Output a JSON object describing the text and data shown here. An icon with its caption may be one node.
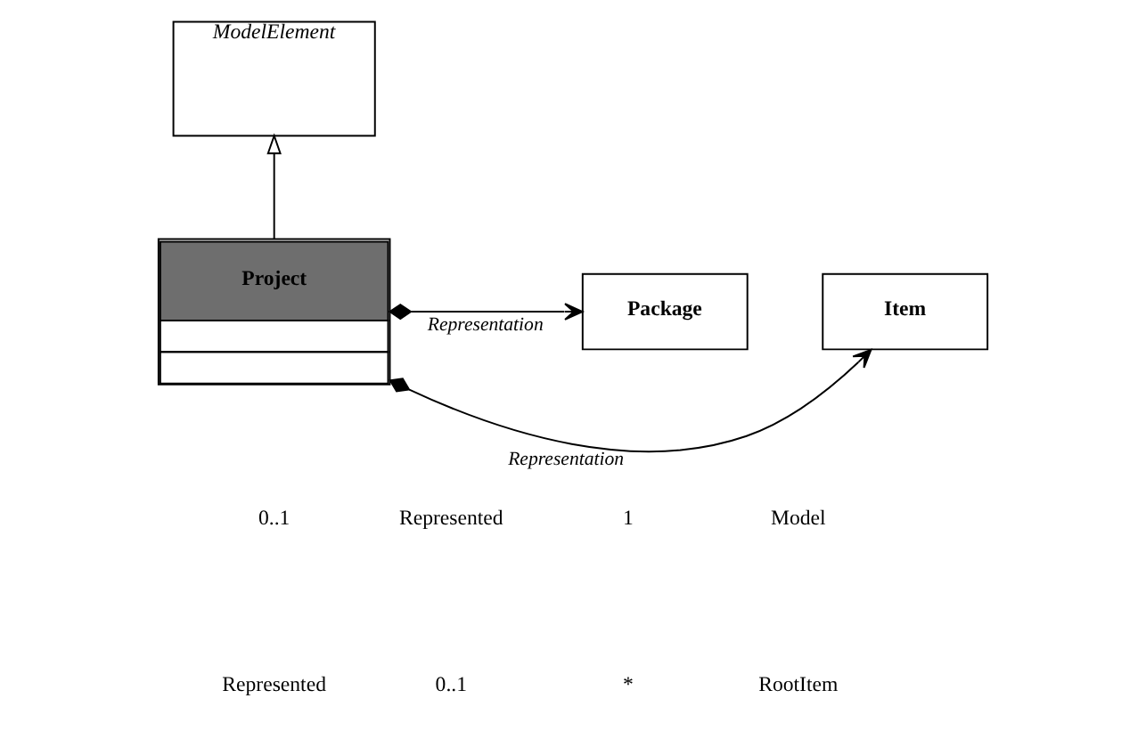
{
  "diagram": {
    "nodes": [
      {
        "text": [
          "ModelElement"
        ]
      },
      {
        "text": [
          "Project"
        ]
      },
      {
        "text": [
          "Package"
        ]
      },
      {
        "text": [
          "Item"
        ]
      }
    ],
    "edges": [
      {
        "from": 1,
        "to": 0,
        "arrow": "to"
      },
      {
        "from": 1,
        "to": 2,
        "arrow": "to",
        "label": "Representation"
      },
      {
        "from": 1,
        "to": 3,
        "arrow": "to",
        "label": "Representation"
      }
    ],
    "labels": [
      "0..1",
      "Represented",
      "1",
      "Model",
      "Represented",
      "0..1",
      "*",
      "RootItem"
    ]
  }
}
